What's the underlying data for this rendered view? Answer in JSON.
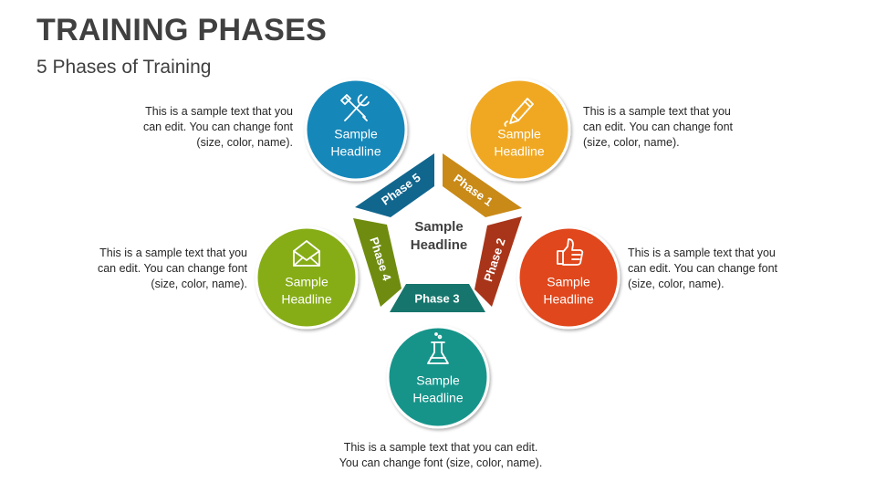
{
  "header": {
    "title": "TRAINING PHASES",
    "subtitle": "5 Phases of Training"
  },
  "center_label": {
    "line1": "Sample",
    "line2": "Headline"
  },
  "phases": [
    {
      "label": "Phase 1",
      "color": "#C98A17"
    },
    {
      "label": "Phase 2",
      "color": "#A8351A"
    },
    {
      "label": "Phase 3",
      "color": "#16756C"
    },
    {
      "label": "Phase 4",
      "color": "#6F8C10"
    },
    {
      "label": "Phase 5",
      "color": "#11668E"
    }
  ],
  "circles": [
    {
      "id": "phase-5",
      "icon": "tools-icon",
      "line1": "Sample",
      "line2": "Headline",
      "color": "#1487B9"
    },
    {
      "id": "phase-1",
      "icon": "pen-icon",
      "line1": "Sample",
      "line2": "Headline",
      "color": "#F0A824"
    },
    {
      "id": "phase-2",
      "icon": "thumbs-up-icon",
      "line1": "Sample",
      "line2": "Headline",
      "color": "#E0461F"
    },
    {
      "id": "phase-3",
      "icon": "flask-icon",
      "line1": "Sample",
      "line2": "Headline",
      "color": "#17948A"
    },
    {
      "id": "phase-4",
      "icon": "envelope-icon",
      "line1": "Sample",
      "line2": "Headline",
      "color": "#86AD12"
    }
  ],
  "descriptions": {
    "phase5": [
      "This is a sample text that you",
      "can edit. You can change font",
      "(size, color, name)."
    ],
    "phase1": [
      "This is a sample text that you",
      "can edit. You can change font",
      "(size, color, name)."
    ],
    "phase4": [
      "This is a sample text that you",
      "can edit. You can change font",
      "(size, color, name)."
    ],
    "phase2": [
      "This is a sample text that you",
      "can edit. You can change font",
      "(size, color, name)."
    ],
    "phase3": [
      "This is a sample text that you can edit.",
      "You can change font (size, color, name)."
    ]
  }
}
